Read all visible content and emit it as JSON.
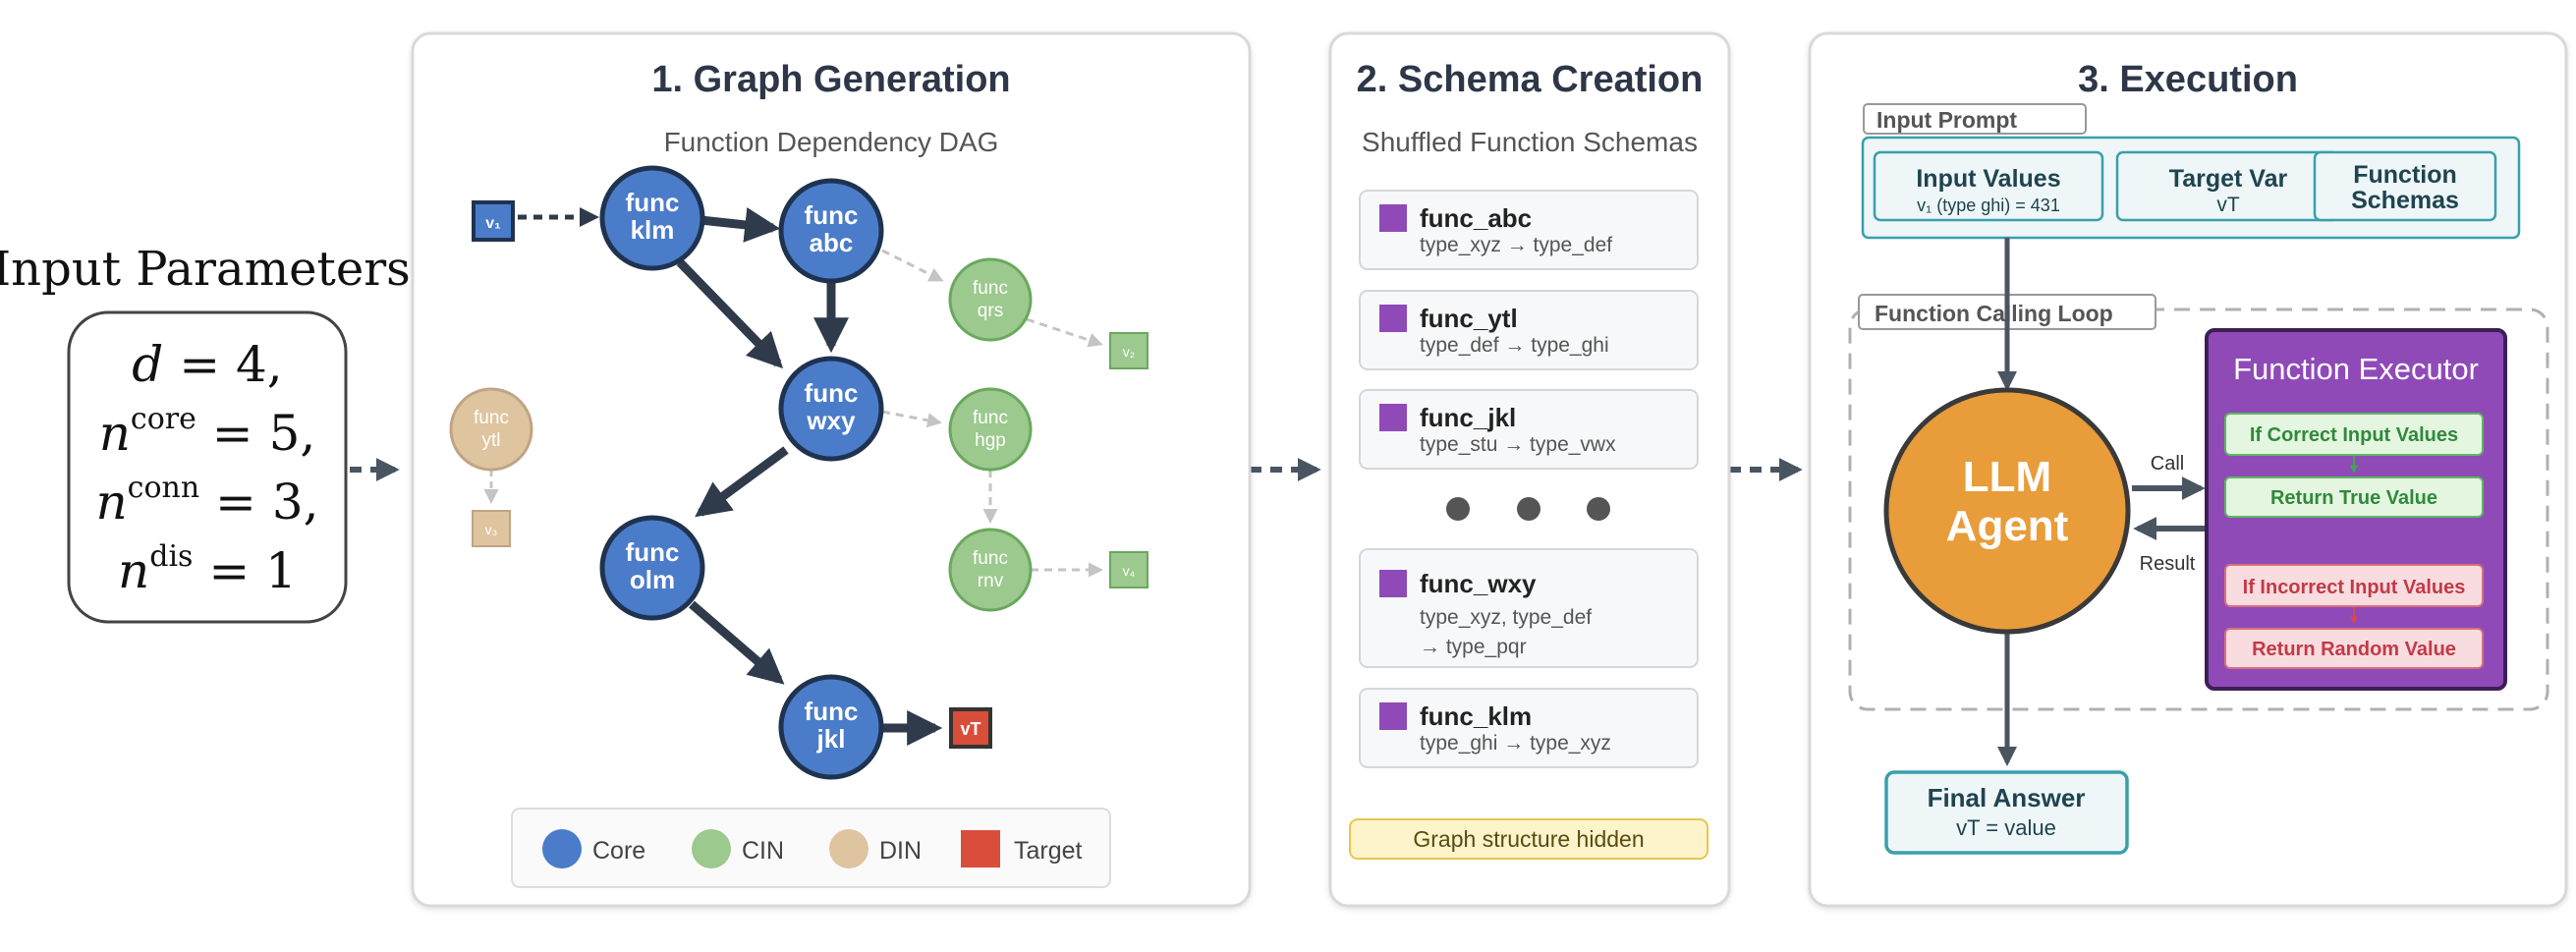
{
  "colors": {
    "core": "#4a7cc9",
    "core_stroke": "#1f3350",
    "cin": "#9cc98e",
    "cin_stroke": "#6aa85e",
    "din": "#dfc4a0",
    "din_stroke": "#bfa583",
    "target": "#d94e3a",
    "purple": "#8f4ab8",
    "teal": "#3a9fab",
    "llm": "#e89c3a",
    "panel_border": "#d9d9d9",
    "dark_text": "#2d3748"
  },
  "input_params": {
    "title": "Input Parameters",
    "lines": [
      {
        "base": "d",
        "sup": "",
        "rhs": " = 4,"
      },
      {
        "base": "n",
        "sup": "core",
        "rhs": " = 5,"
      },
      {
        "base": "n",
        "sup": "conn",
        "rhs": " = 3,"
      },
      {
        "base": "n",
        "sup": "dis",
        "rhs": " = 1"
      }
    ]
  },
  "graph_panel": {
    "title": "1. Graph Generation",
    "subtitle": "Function Dependency DAG",
    "nodes": {
      "klm": [
        "func",
        "klm"
      ],
      "abc": [
        "func",
        "abc"
      ],
      "wxy": [
        "func",
        "wxy"
      ],
      "olm": [
        "func",
        "olm"
      ],
      "jkl": [
        "func",
        "jkl"
      ],
      "qrs": [
        "func",
        "qrs"
      ],
      "hgp": [
        "func",
        "hgp"
      ],
      "rnv": [
        "func",
        "rnv"
      ],
      "ytl": [
        "func",
        "ytl"
      ]
    },
    "vars": {
      "v1": "v₁",
      "v2": "v₂",
      "v3": "v₃",
      "v4": "v₄",
      "vt": "vT"
    },
    "legend": [
      "Core",
      "CIN",
      "DIN",
      "Target"
    ]
  },
  "schema_panel": {
    "title": "2. Schema Creation",
    "subtitle": "Shuffled Function Schemas",
    "schemas": [
      {
        "name": "func_abc",
        "lines": [
          "type_xyz → type_def"
        ]
      },
      {
        "name": "func_ytl",
        "lines": [
          "type_def → type_ghi"
        ]
      },
      {
        "name": "func_jkl",
        "lines": [
          "type_stu → type_vwx"
        ]
      },
      {
        "name": "func_wxy",
        "lines": [
          "type_xyz, type_def",
          "→ type_pqr"
        ]
      },
      {
        "name": "func_klm",
        "lines": [
          "type_ghi → type_xyz"
        ]
      }
    ],
    "footer": "Graph structure hidden"
  },
  "exec_panel": {
    "title": "3. Execution",
    "input_prompt_label": "Input Prompt",
    "boxes": [
      {
        "title": "Input Values",
        "sub": "v₁ (type ghi) = 431"
      },
      {
        "title": "Target Var",
        "sub": "vT"
      },
      {
        "title": "Function",
        "sub": "Schemas"
      }
    ],
    "loop_label": "Function Calling Loop",
    "agent": [
      "LLM",
      "Agent"
    ],
    "call_label": "Call",
    "result_label": "Result",
    "executor": {
      "title": "Function Executor",
      "correct": "If Correct Input Values",
      "true_value": "Return True Value",
      "incorrect": "If Incorrect Input Values",
      "random_value": "Return Random Value"
    },
    "final": {
      "title": "Final Answer",
      "sub": "vT = value"
    }
  }
}
